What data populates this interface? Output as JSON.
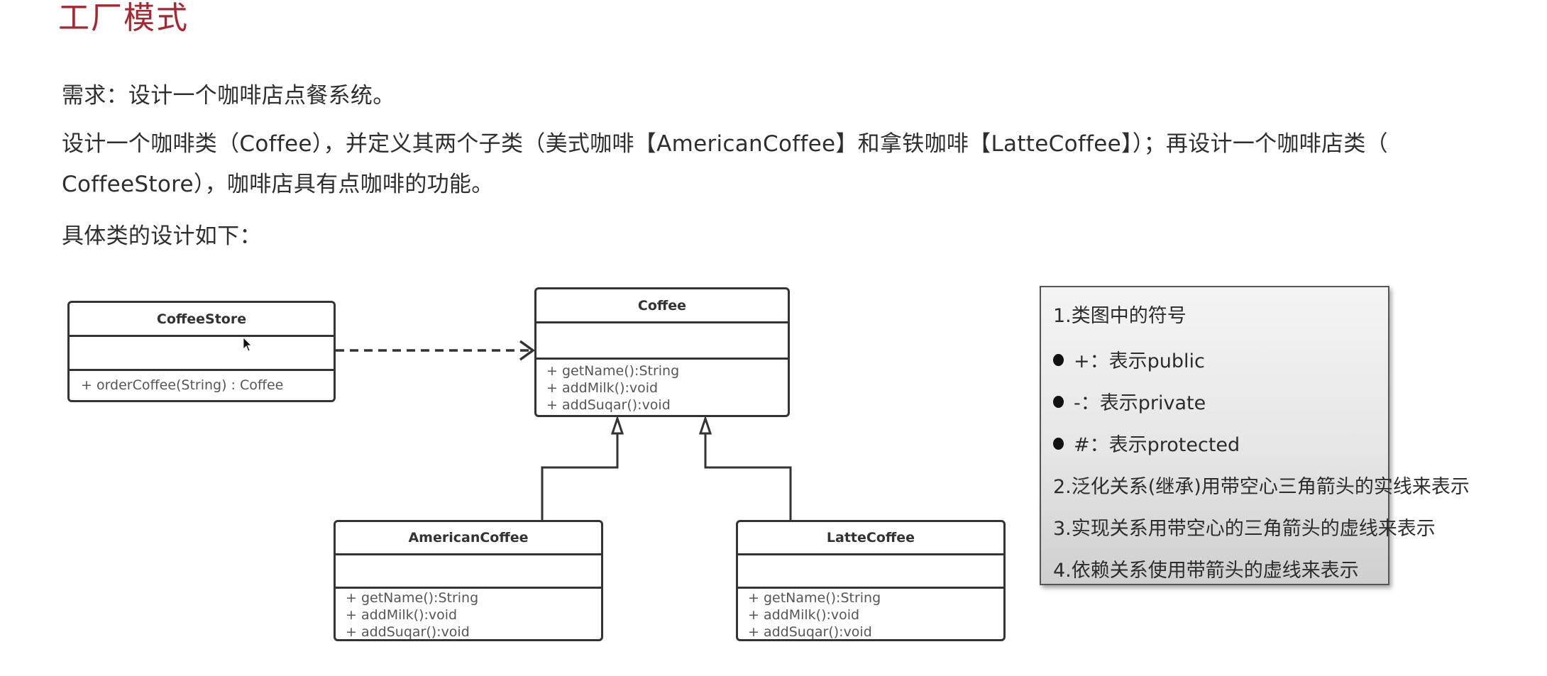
{
  "page": {
    "title": "工厂模式",
    "requirement": "需求：设计一个咖啡店点餐系统。",
    "description_line1": "设计一个咖啡类（Coffee），并定义其两个子类（美式咖啡【AmericanCoffee】和拿铁咖啡【LatteCoffee】）；再设计一个咖啡店类（",
    "description_line2": "CoffeeStore），咖啡店具有点咖啡的功能。",
    "design_intro": "具体类的设计如下："
  },
  "diagram": {
    "classes": {
      "coffee_store": {
        "name": "CoffeeStore",
        "attributes": [],
        "methods": [
          "+ orderCoffee(String) : Coffee"
        ]
      },
      "coffee": {
        "name": "Coffee",
        "attributes": [],
        "methods": [
          "+ getName():String",
          "+ addMilk():void",
          "+ addSuqar():void"
        ]
      },
      "american_coffee": {
        "name": "AmericanCoffee",
        "attributes": [],
        "methods": [
          "+ getName():String",
          "+ addMilk():void",
          "+ addSuqar():void"
        ]
      },
      "latte_coffee": {
        "name": "LatteCoffee",
        "attributes": [],
        "methods": [
          "+ getName():String",
          "+ addMilk():void",
          "+ addSuqar():void"
        ]
      }
    },
    "relations": [
      {
        "from": "CoffeeStore",
        "to": "Coffee",
        "type": "dependency"
      },
      {
        "from": "AmericanCoffee",
        "to": "Coffee",
        "type": "generalization"
      },
      {
        "from": "LatteCoffee",
        "to": "Coffee",
        "type": "generalization"
      }
    ]
  },
  "legend": {
    "heading": "1.类图中的符号",
    "bullets": [
      "+：表示public",
      "-：表示private",
      "#：表示protected"
    ],
    "notes": [
      "2.泛化关系(继承)用带空心三角箭头的实线来表示",
      "3.实现关系用带空心的三角箭头的虚线来表示",
      "4.依赖关系使用带箭头的虚线来表示"
    ]
  },
  "colors": {
    "title": "#a8262f",
    "line": "#333333"
  }
}
